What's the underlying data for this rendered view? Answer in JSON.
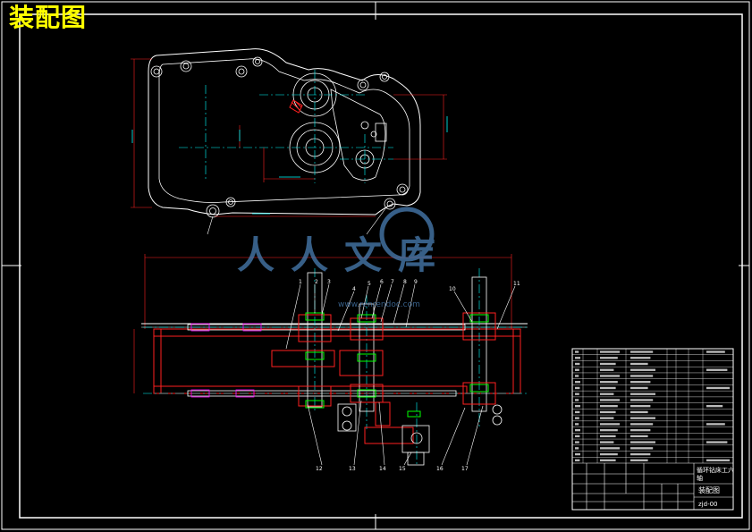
{
  "title": "装配图",
  "watermark": {
    "text": "人人文库",
    "url": "www.renrendoc.com"
  },
  "balloons": [
    "1",
    "2",
    "3",
    "4",
    "5",
    "6",
    "7",
    "8",
    "9",
    "10",
    "11",
    "12",
    "13",
    "14",
    "15",
    "16",
    "17"
  ],
  "title_block": {
    "name_line1": "循环钻床工六",
    "name_line2": "轴",
    "drawing_type": "装配图",
    "drawing_no": "zjd-00"
  },
  "colors": {
    "frame": "#ffffff",
    "cyan": "#00ffff",
    "red": "#ff2020",
    "green": "#00ff00",
    "yellow": "#ffff00",
    "magenta": "#ff00ff",
    "watermark": "#4a7fb5"
  }
}
